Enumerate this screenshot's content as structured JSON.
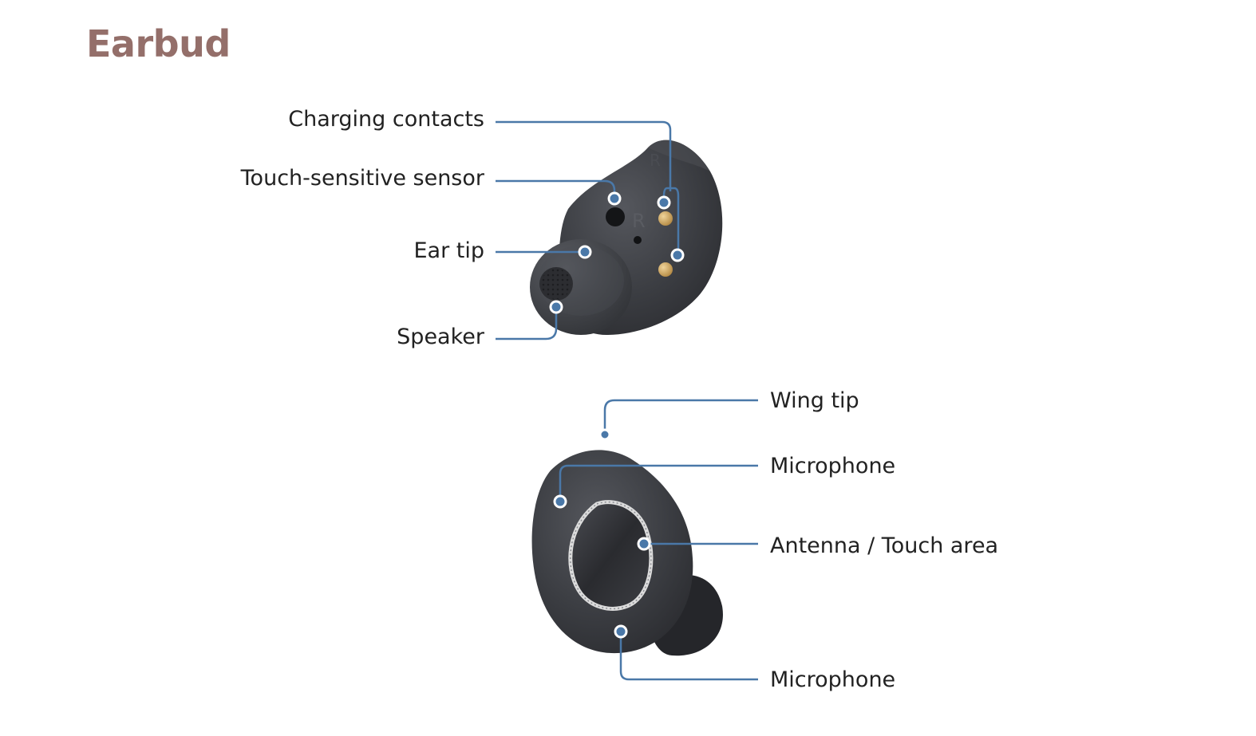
{
  "title": "Earbud",
  "colors": {
    "title": "#946f6a",
    "leader_line": "#4a78a8",
    "earbud_body": "#3a3c41",
    "contacts": "#c8a15c"
  },
  "inner_view": {
    "imprint": "R",
    "labels": {
      "charging_contacts": "Charging contacts",
      "touch_sensor": "Touch-sensitive sensor",
      "ear_tip": "Ear tip",
      "speaker": "Speaker"
    }
  },
  "outer_view": {
    "labels": {
      "wing_tip": "Wing tip",
      "microphone_top": "Microphone",
      "antenna_touch": "Antenna / Touch area",
      "microphone_bottom": "Microphone"
    }
  }
}
